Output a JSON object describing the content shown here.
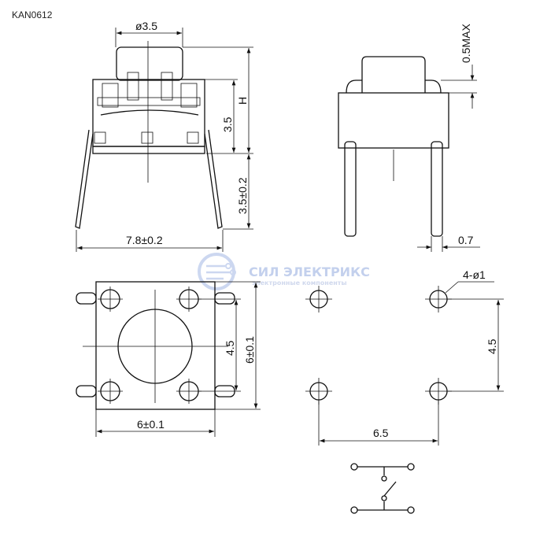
{
  "title": "KAN0612",
  "watermark": {
    "name": "СИЛ ЭЛЕКТРИКС",
    "tagline": "электронные компоненты",
    "color": "#b9c8ea"
  },
  "front_view": {
    "cap_diameter": "ø3.5",
    "height_label": "H",
    "body_height": "3.5",
    "lead_length": "3.5±0.2",
    "width": "7.8±0.2"
  },
  "side_view": {
    "cap_max": "0.5MAX",
    "lead_width": "0.7"
  },
  "top_view": {
    "pitch_vertical": "4.5",
    "body_height": "6±0.1",
    "body_width": "6±0.1"
  },
  "footprint": {
    "holes": "4-ø1",
    "pitch_vertical": "4.5",
    "pitch_horizontal": "6.5"
  }
}
